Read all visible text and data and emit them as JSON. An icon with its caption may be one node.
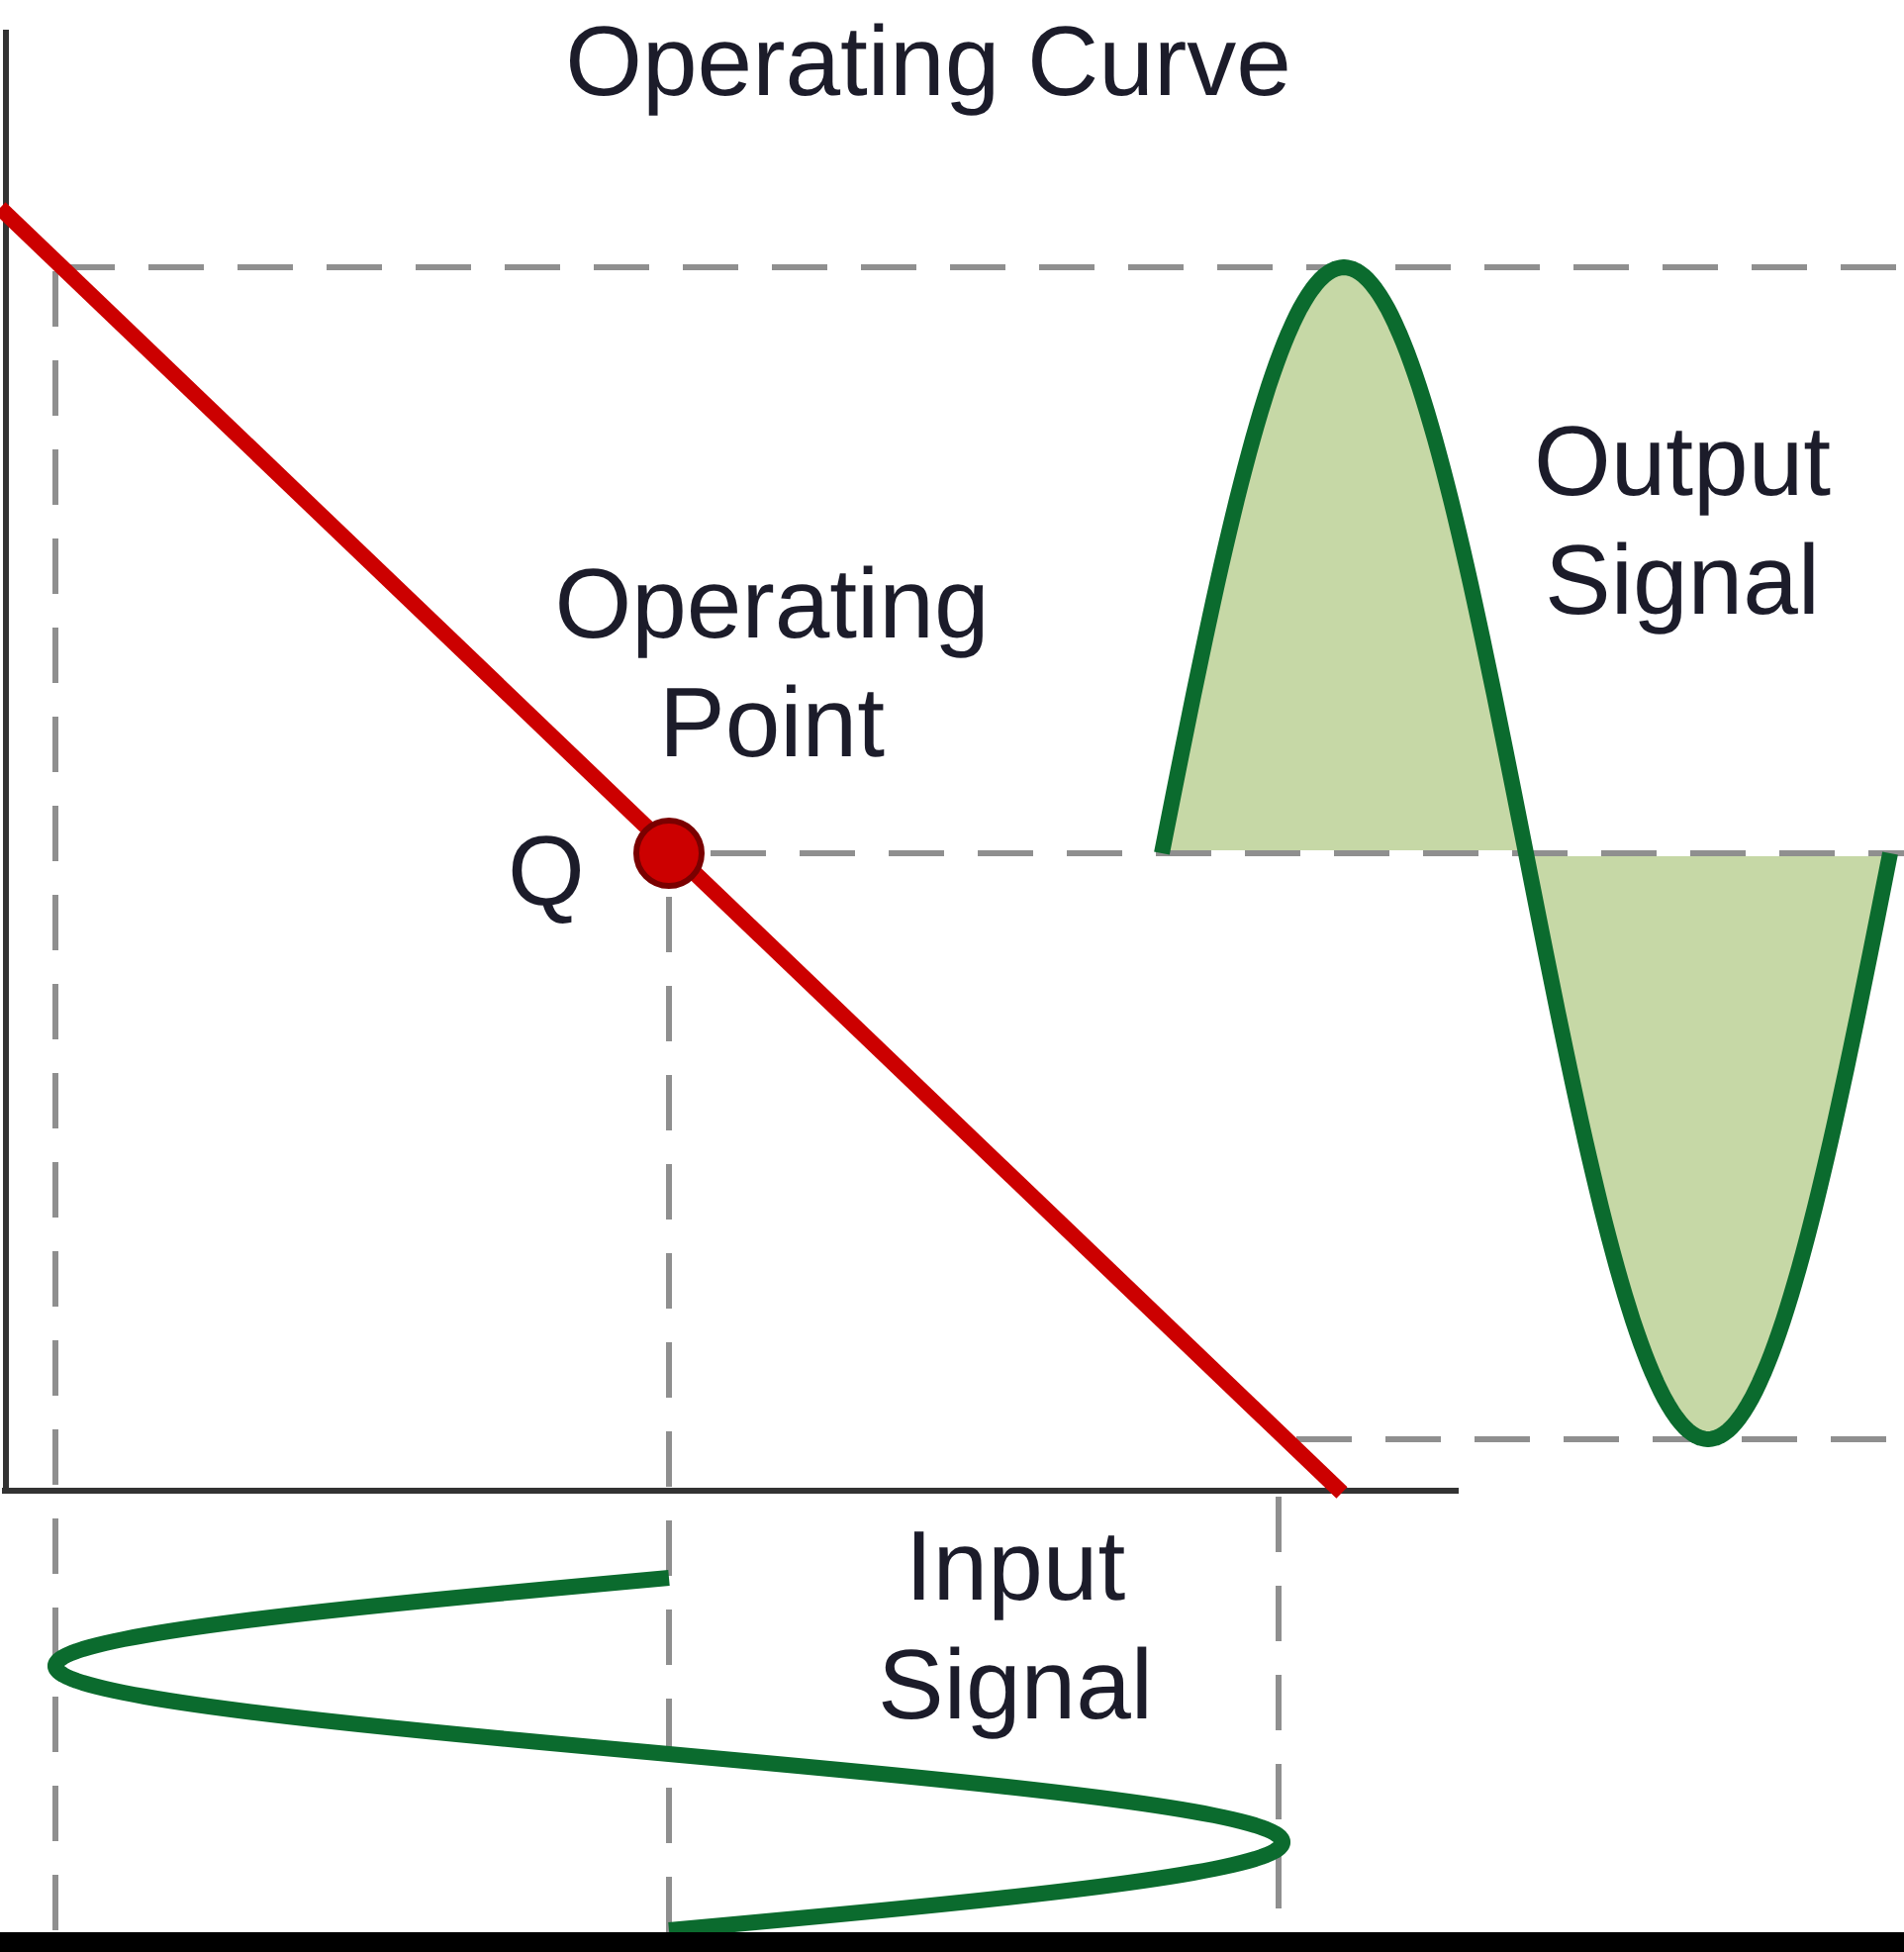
{
  "diagram": {
    "labels": [
      "Operating Curve",
      "Output Signal",
      "Operating Point",
      "Q",
      "Input Signal"
    ]
  }
}
